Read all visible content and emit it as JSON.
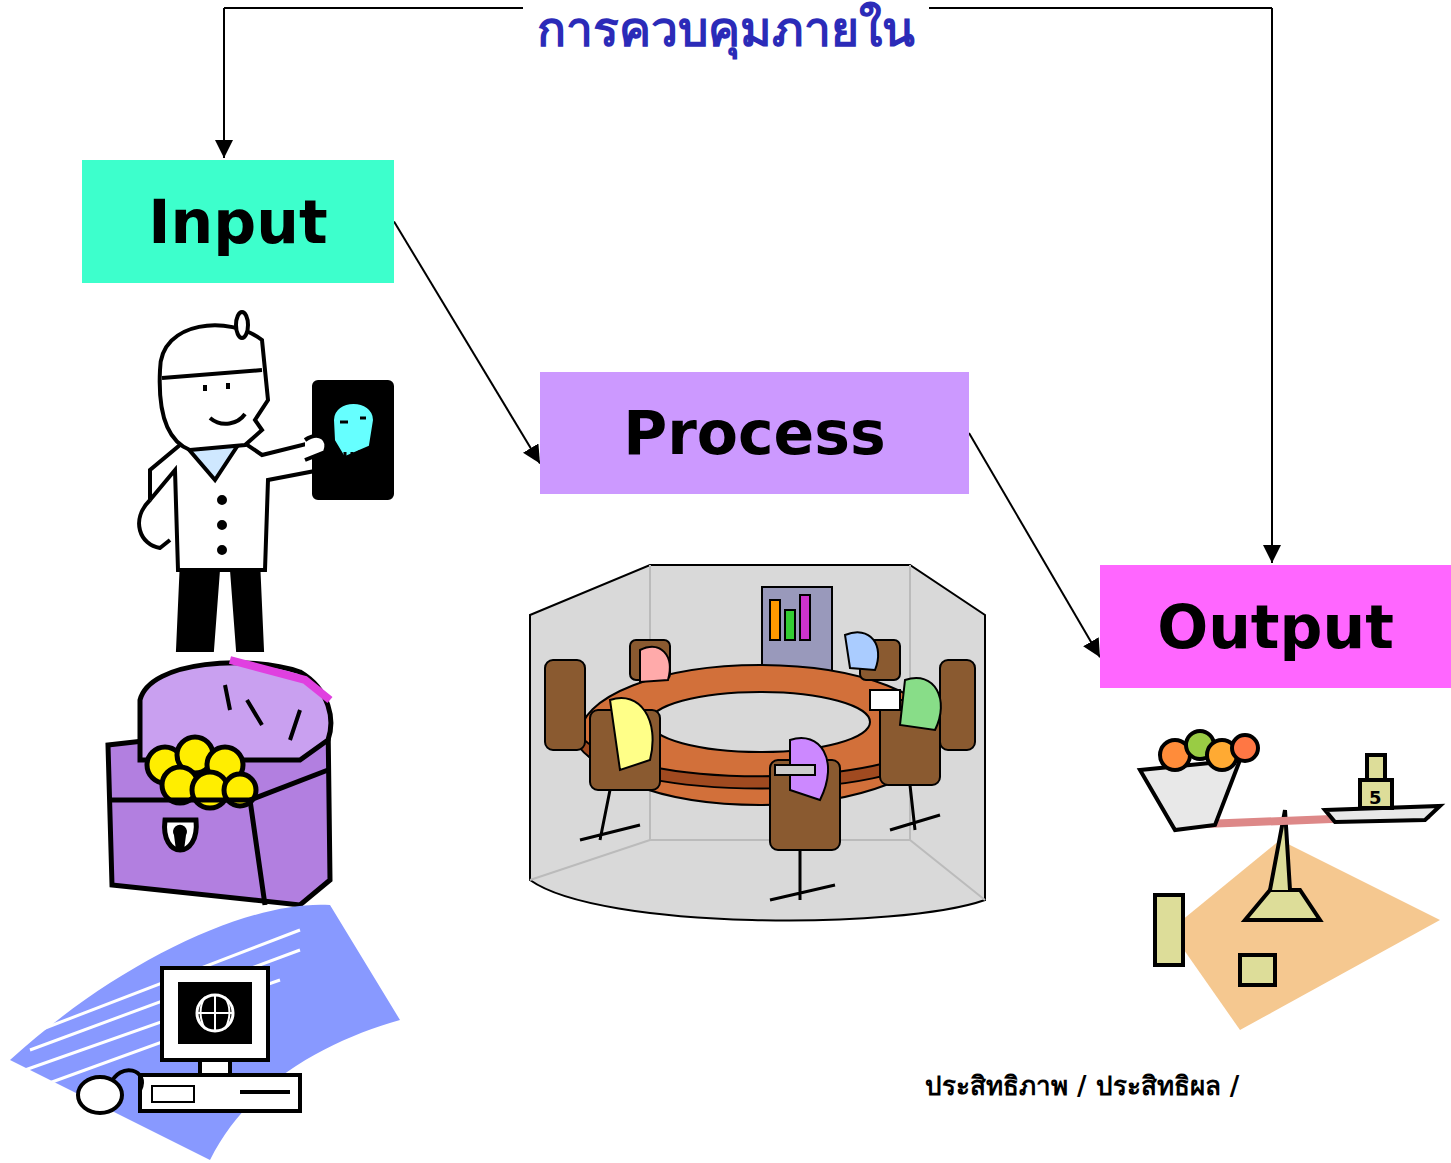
{
  "diagram": {
    "title": "การควบคุมภายใน",
    "nodes": [
      {
        "text": [
          "Input"
        ]
      },
      {
        "text": [
          "Process"
        ]
      },
      {
        "text": [
          "Output"
        ]
      }
    ],
    "edges": [
      {
        "from": 0,
        "to": 1,
        "arrow": "to"
      },
      {
        "from": 1,
        "to": 2,
        "arrow": "to"
      }
    ],
    "labels": [
      "ประสิทธิภาพ / ประสิทธิผล /",
      "5"
    ]
  }
}
